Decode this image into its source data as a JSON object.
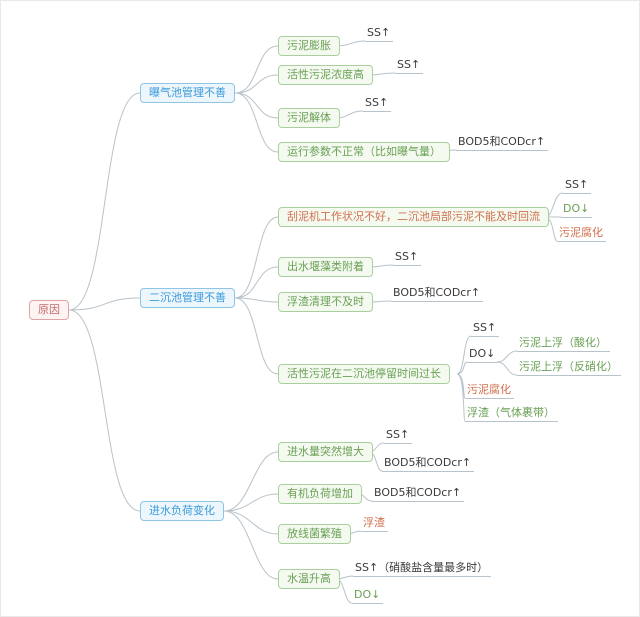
{
  "colors": {
    "root_border": "#dfa3a3",
    "root_bg": "#fdf3f3",
    "root_text": "#c66a6a",
    "branch_border": "#8ec4e4",
    "branch_bg": "#edf6fc",
    "branch_text": "#3a9ad9",
    "leaf_border": "#a9cf9e",
    "leaf_bg": "#f5faf1",
    "leaf_text": "#69a054",
    "warn_text": "#d0704e",
    "plain_text": "#3a3a3a",
    "line": "#b8c2ca"
  },
  "root": {
    "label": "原因"
  },
  "branches": [
    {
      "label": "曝气池管理不善",
      "children": [
        {
          "label": "污泥膨胀",
          "outcomes": [
            {
              "label": "SS↑"
            }
          ]
        },
        {
          "label": "活性污泥浓度高",
          "outcomes": [
            {
              "label": "SS↑"
            }
          ]
        },
        {
          "label": "污泥解体",
          "outcomes": [
            {
              "label": "SS↑"
            }
          ]
        },
        {
          "label": "运行参数不正常（比如曝气量）",
          "outcomes": [
            {
              "label": "BOD5和CODcr↑"
            }
          ]
        }
      ]
    },
    {
      "label": "二沉池管理不善",
      "children": [
        {
          "label": "刮泥机工作状况不好，二沉池局部污泥不能及时回流",
          "outcomes": [
            {
              "label": "SS↑"
            },
            {
              "label": "DO↓"
            },
            {
              "label": "污泥腐化"
            }
          ]
        },
        {
          "label": "出水堰藻类附着",
          "outcomes": [
            {
              "label": "SS↑"
            }
          ]
        },
        {
          "label": "浮渣清理不及时",
          "outcomes": [
            {
              "label": "BOD5和CODcr↑"
            }
          ]
        },
        {
          "label": "活性污泥在二沉池停留时间过长",
          "outcomes": [
            {
              "label": "SS↑"
            },
            {
              "label": "DO↓",
              "outcomes": [
                {
                  "label": "污泥上浮（酸化）"
                },
                {
                  "label": "污泥上浮（反硝化）"
                }
              ]
            },
            {
              "label": "污泥腐化"
            },
            {
              "label": "浮渣（气体裹带）"
            }
          ]
        }
      ]
    },
    {
      "label": "进水负荷变化",
      "children": [
        {
          "label": "进水量突然增大",
          "outcomes": [
            {
              "label": "SS↑"
            },
            {
              "label": "BOD5和CODcr↑"
            }
          ]
        },
        {
          "label": "有机负荷增加",
          "outcomes": [
            {
              "label": "BOD5和CODcr↑"
            }
          ]
        },
        {
          "label": "放线菌繁殖",
          "outcomes": [
            {
              "label": "浮渣"
            }
          ]
        },
        {
          "label": "水温升高",
          "outcomes": [
            {
              "label": "SS↑（硝酸盐含量最多时）"
            },
            {
              "label": "DO↓"
            }
          ]
        }
      ]
    }
  ]
}
